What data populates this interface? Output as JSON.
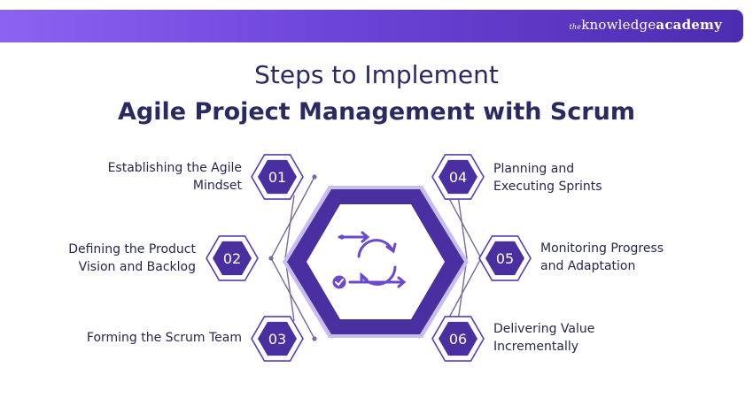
{
  "brand": {
    "prefix": "the",
    "name": "knowledge",
    "suffix": "academy"
  },
  "title": {
    "line1": "Steps to Implement",
    "line2": "Agile Project Management with Scrum"
  },
  "center_icon": "agile-cycle-icon",
  "steps": [
    {
      "number": "01",
      "label": "Establishing the Agile\nMindset"
    },
    {
      "number": "02",
      "label": "Defining the Product\nVision and Backlog"
    },
    {
      "number": "03",
      "label": "Forming the Scrum Team"
    },
    {
      "number": "04",
      "label": "Planning and\nExecuting Sprints"
    },
    {
      "number": "05",
      "label": "Monitoring Progress\nand Adaptation"
    },
    {
      "number": "06",
      "label": "Delivering Value\nIncrementally"
    }
  ],
  "colors": {
    "banner_start": "#8c62f2",
    "banner_end": "#4c2cb0",
    "hex_dark": "#4a2fa0",
    "hex_light": "#8060dc",
    "text": "#26264f",
    "connector": "#7a6a9a"
  }
}
